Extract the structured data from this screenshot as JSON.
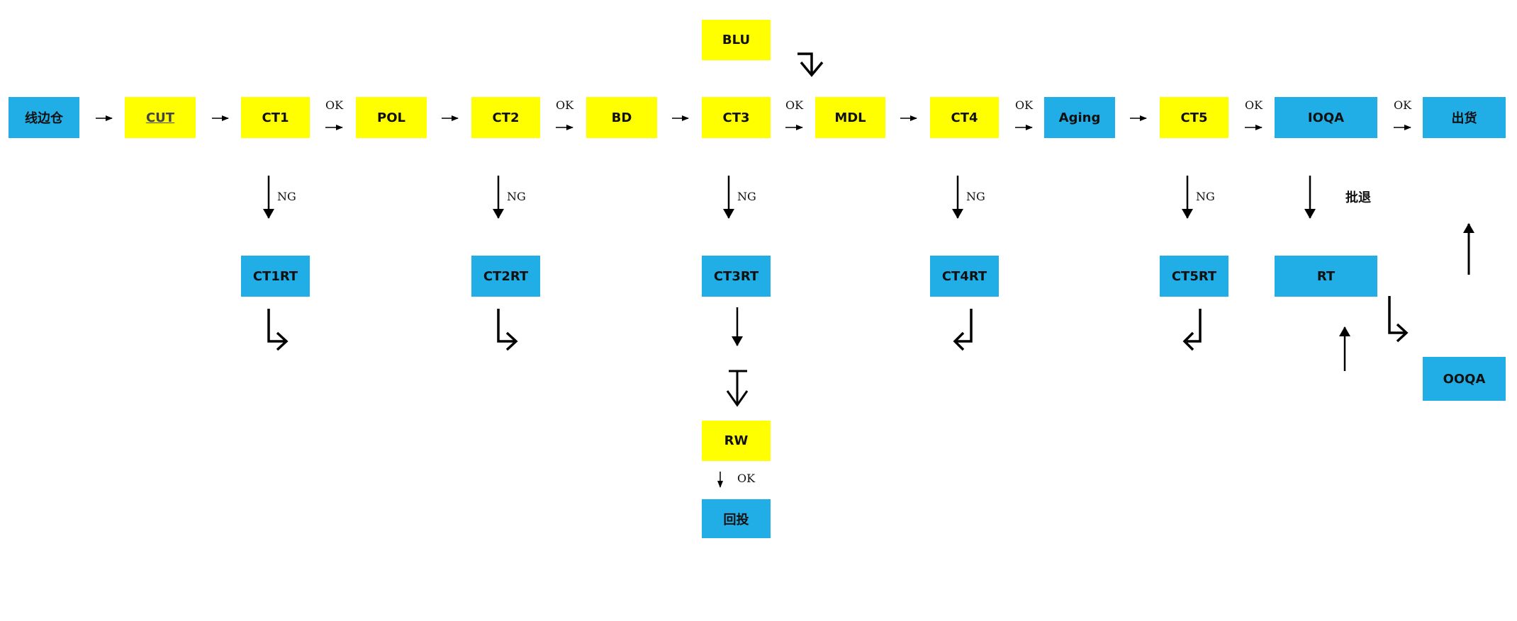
{
  "colors": {
    "process": "#ffff00",
    "station": "#21ade6",
    "arrow": "#000000"
  },
  "nodes": {
    "line_warehouse": "线边仓",
    "cut": "CUT",
    "ct1": "CT1",
    "pol": "POL",
    "ct2": "CT2",
    "bd": "BD",
    "ct3": "CT3",
    "blu": "BLU",
    "mdl": "MDL",
    "ct4": "CT4",
    "aging": "Aging",
    "ct5": "CT5",
    "ioqa": "IOQA",
    "shipment": "出货",
    "ct1rt": "CT1RT",
    "ct2rt": "CT2RT",
    "ct3rt": "CT3RT",
    "ct4rt": "CT4RT",
    "ct5rt": "CT5RT",
    "rt": "RT",
    "ooqa": "OOQA",
    "rw": "RW",
    "reinput": "回投"
  },
  "labels": {
    "ok": "OK",
    "ng": "NG",
    "batch_reject": "批退"
  }
}
